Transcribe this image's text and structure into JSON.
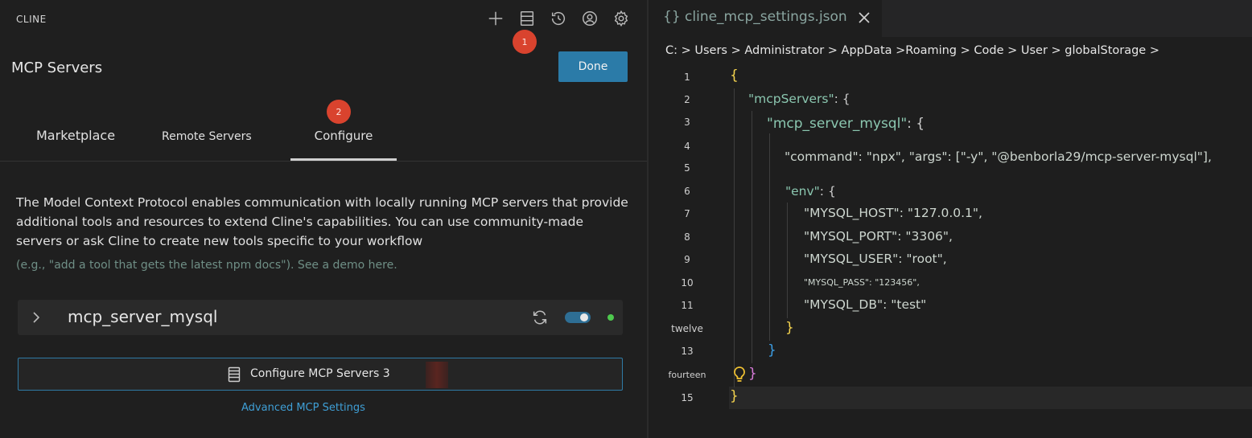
{
  "app": {
    "title": "CLINE"
  },
  "toolbar": {
    "icons": [
      "plus-icon",
      "servers-icon",
      "history-icon",
      "account-icon",
      "gear-icon"
    ],
    "badge1": "1",
    "badge2": "2"
  },
  "page": {
    "title": "MCP Servers",
    "done_label": "Done"
  },
  "tabs": {
    "marketplace": "Marketplace",
    "remote": "Remote Servers",
    "configure": "Configure"
  },
  "description": {
    "line1": "The Model Context Protocol enables communication with locally running MCP servers that provide",
    "line2": " additional tools and resources to extend Cline's capabilities. You can use community-made",
    "line3": "servers or ask Cline to create new tools specific to your workflow",
    "example": "(e.g., \"add a tool that gets the latest npm docs\"). See a demo here."
  },
  "server": {
    "name": "mcp_server_mysql",
    "enabled": true,
    "status_color": "#4ec94e"
  },
  "configure_button": {
    "label": "Configure MCP Servers 3"
  },
  "advanced_link": "Advanced MCP Settings",
  "editor": {
    "tab_name": "{} cline_mcp_settings.json",
    "breadcrumb": "C: > Users > Administrator > AppData >Roaming > Code > User > globalStorage >",
    "line_numbers": [
      "1",
      "2",
      "3",
      "4",
      "5",
      "6",
      "7",
      "8",
      "9",
      "10",
      "11",
      "twelve",
      "13",
      "fourteen",
      "15"
    ],
    "code": {
      "l1": "{",
      "l2_key": "\"mcpServers\"",
      "l2_rest": ": {",
      "l3_key": "\"mcp_server_mysql\"",
      "l3_rest": ": {",
      "l4": "\"command\": \"npx\", \"args\": [\"-y\", \"@benborla29/mcp-server-mysql\"],",
      "l6_key": "\"env\"",
      "l6_rest": ": {",
      "l7_key": "\"MYSQL_HOST\"",
      "l7_val": ": \"127.0.0.1\",",
      "l8_key": "\"MYSQL_PORT\"",
      "l8_val": ": \"3306\",",
      "l9_key": "\"MYSQL_USER\"",
      "l9_val": ": \"root\",",
      "l10": "\"MYSQL_PASS\": \"123456\",",
      "l11_key": "\"MYSQL_DB\"",
      "l11_val": ": \"test\"",
      "l12": "}",
      "l13": "}",
      "l14": "}",
      "l15": "}"
    }
  },
  "colors": {
    "accent": "#2b7ba8",
    "badge": "#d9432e",
    "link": "#3f9fd6"
  }
}
